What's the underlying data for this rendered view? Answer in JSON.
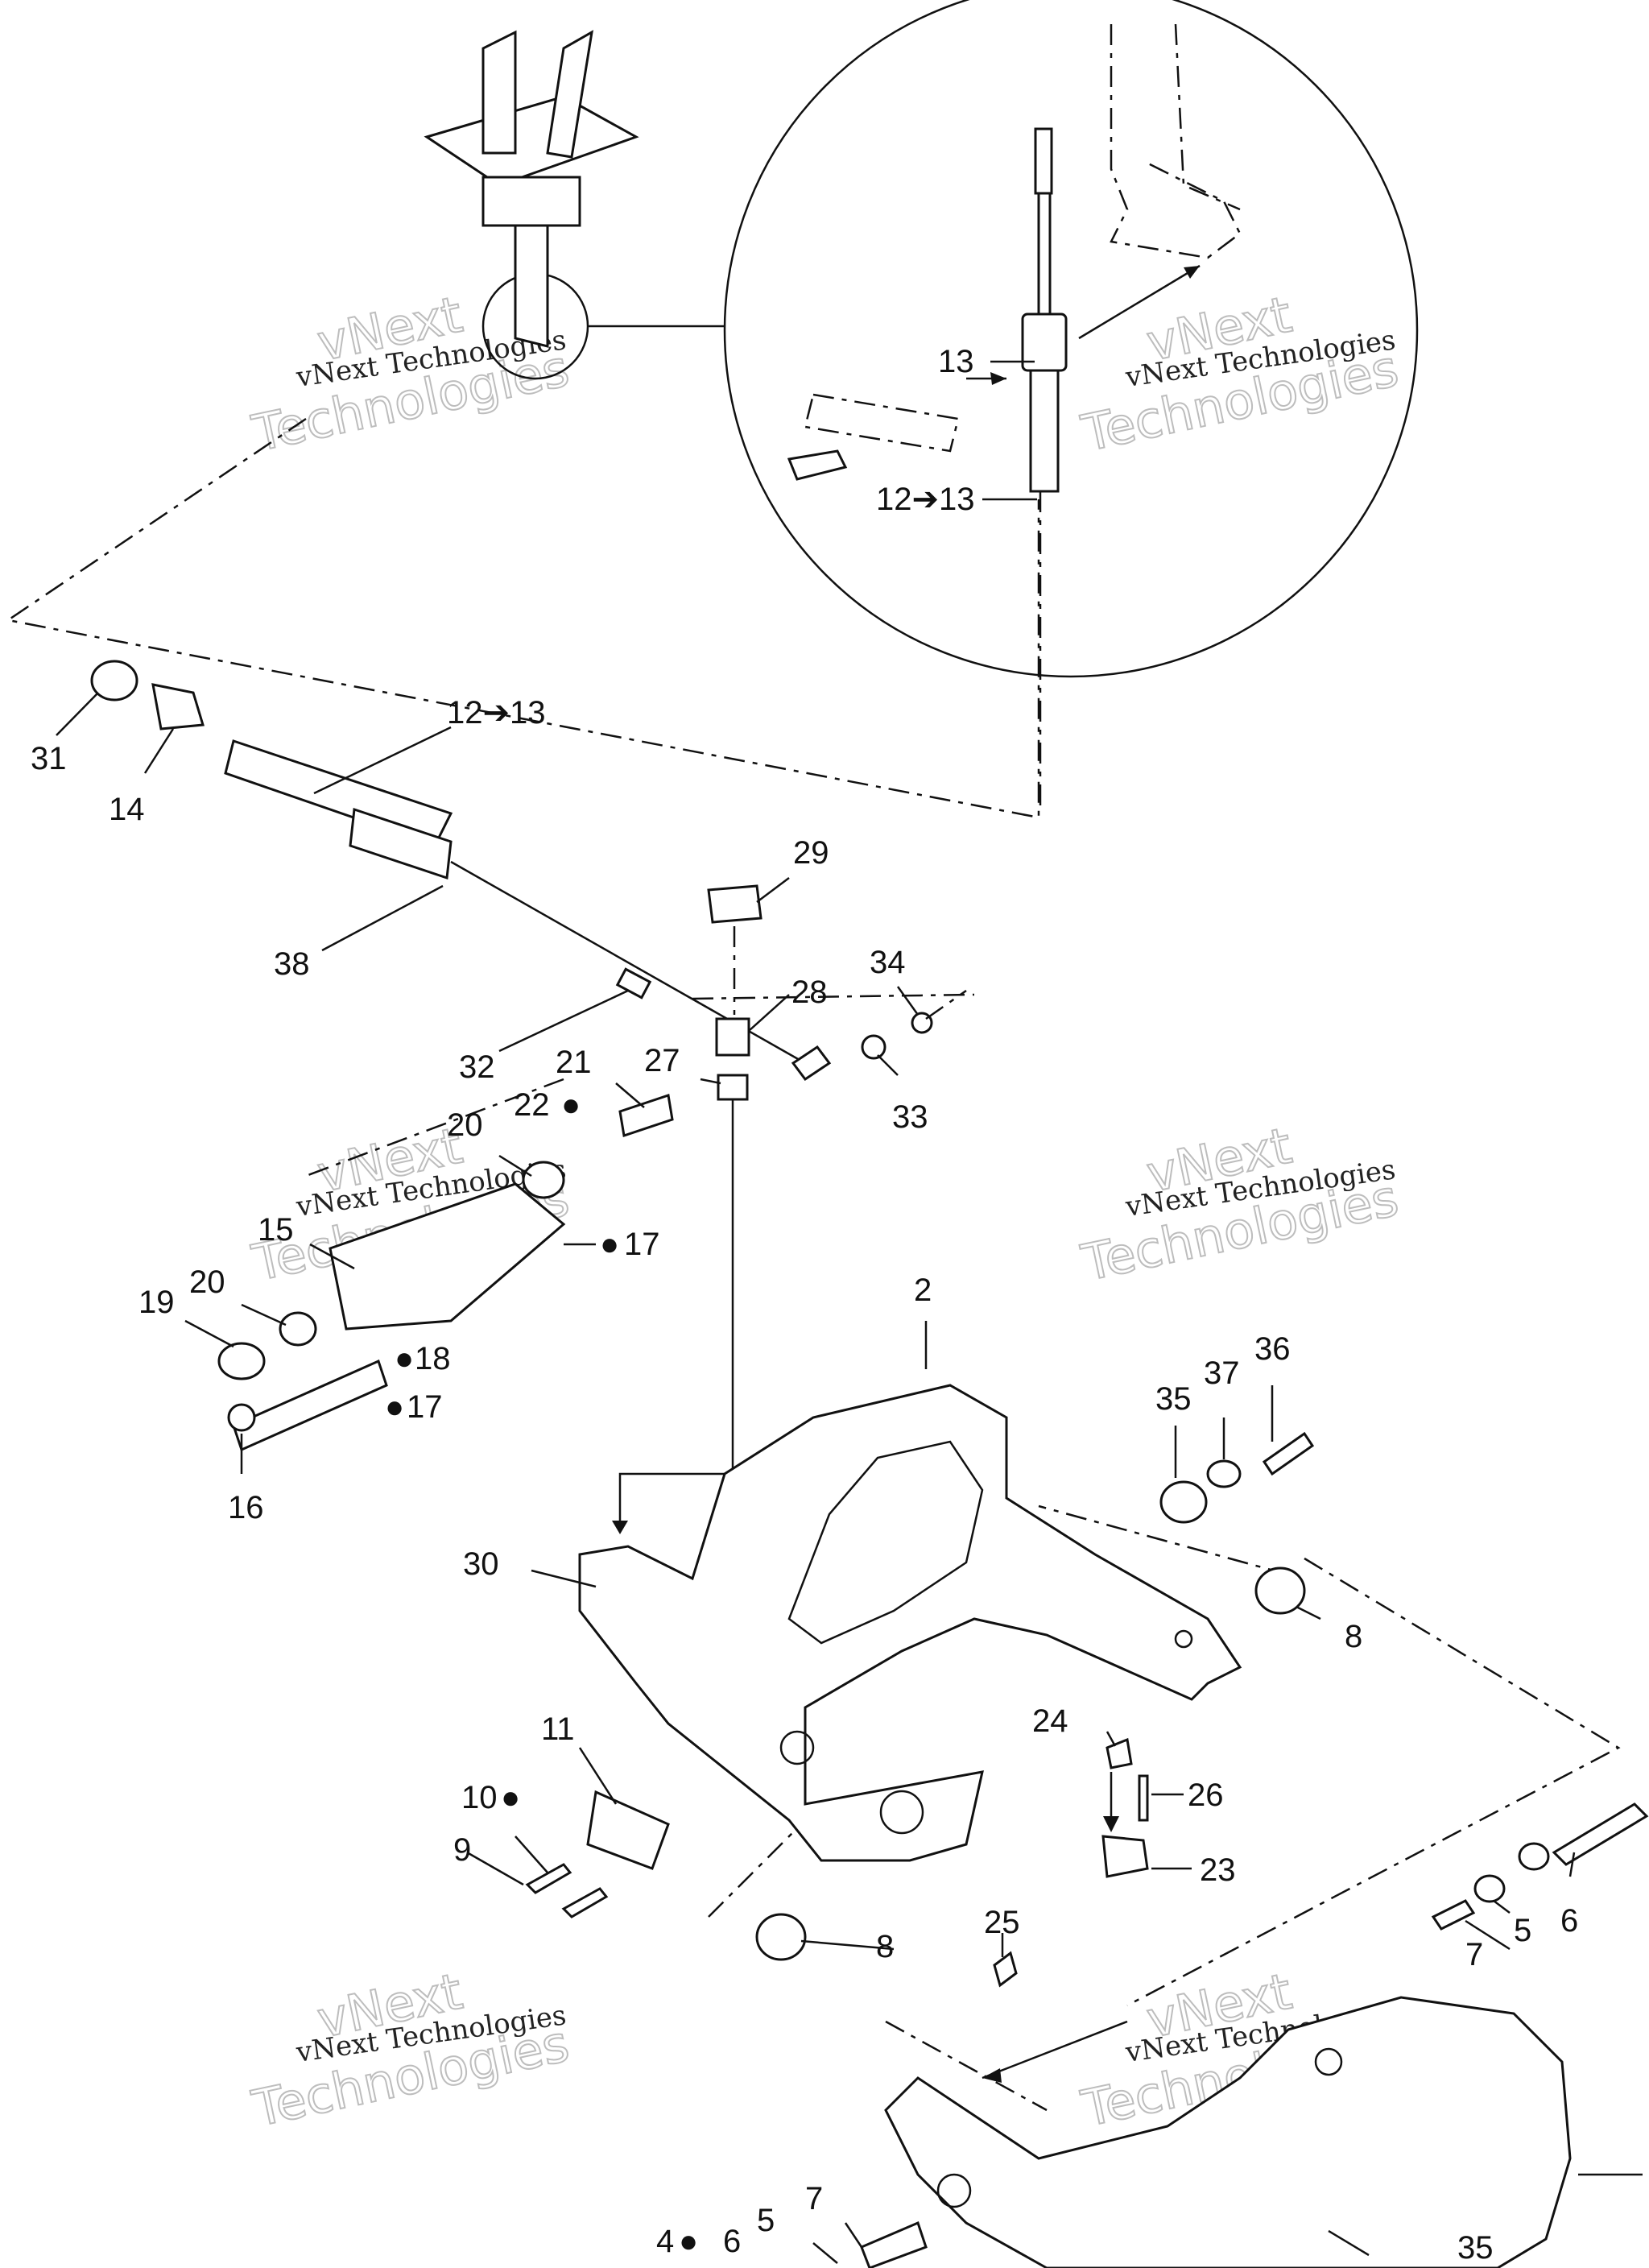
{
  "diagram": {
    "callouts": {
      "c2": "2",
      "c4": "4",
      "c5a": "5",
      "c5b": "5",
      "c6a": "6",
      "c6b": "6",
      "c7a": "7",
      "c7b": "7",
      "c8a": "8",
      "c8b": "8",
      "c9": "9",
      "c10": "10",
      "c11": "11",
      "c12_13_detail": "12➔13",
      "c13": "13",
      "c12_13_main": "12➔13",
      "c14": "14",
      "c15": "15",
      "c16": "16",
      "c17a": "17",
      "c17b": "17",
      "c18": "18",
      "c19": "19",
      "c20a": "20",
      "c20b": "20",
      "c21": "21",
      "c22": "22",
      "c23": "23",
      "c24": "24",
      "c25": "25",
      "c26": "26",
      "c27": "27",
      "c28": "28",
      "c29": "29",
      "c30": "30",
      "c31": "31",
      "c32": "32",
      "c33": "33",
      "c34": "34",
      "c35a": "35",
      "c35b": "35",
      "c36": "36",
      "c37": "37",
      "c38": "38"
    },
    "watermark": {
      "text": "vNext Technologies",
      "ghost_line1": "vNext",
      "ghost_line2": "Technologies"
    }
  }
}
